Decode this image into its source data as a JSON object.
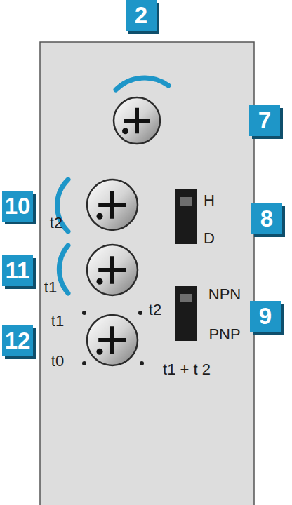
{
  "diagram": {
    "labels": [
      "2",
      "7",
      "10",
      "t2",
      "8",
      "H",
      "D",
      "11",
      "t1",
      "9",
      "NPN",
      "PNP",
      "t1",
      "t2",
      "12",
      "t0",
      "t1 + t 2"
    ]
  }
}
